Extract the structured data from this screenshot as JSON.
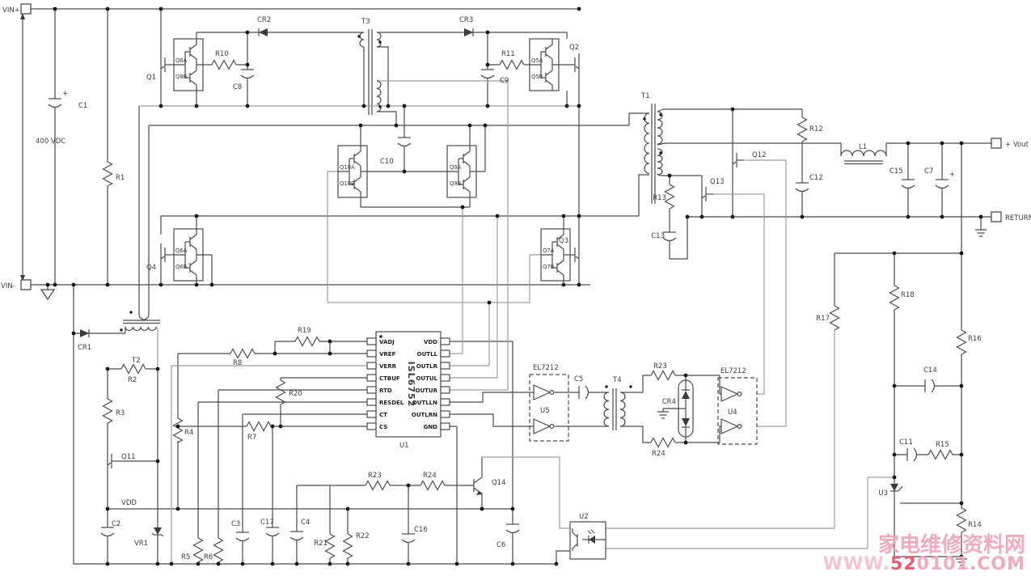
{
  "terminals": {
    "vin_plus": "VIN+",
    "vin_minus": "VIN-",
    "vdc": "400 VDC",
    "vout": "+ Vout",
    "ret": "RETURN",
    "vdd": "VDD",
    "plus": "+"
  },
  "ic": {
    "ref": "U1",
    "part": "ISL6752",
    "left_pins": [
      "VADJ",
      "VREF",
      "VERR",
      "CTBUF",
      "RTD",
      "RESDEL",
      "CT",
      "CS"
    ],
    "right_pins": [
      "VDD",
      "OUTLL",
      "OUTLR",
      "OUTUL",
      "OUTUR",
      "OUTLLN",
      "OUTLRN",
      "GND"
    ]
  },
  "drivers": {
    "part": "EL7212",
    "u5": "U5",
    "u4": "U4"
  },
  "labels": {
    "C1": "C1",
    "C2": "C2",
    "C3": "C3",
    "C4": "C4",
    "C5": "C5",
    "C6": "C6",
    "C7": "C7",
    "C8": "C8",
    "C9": "C9",
    "C10": "C10",
    "C11": "C11",
    "C12": "C12",
    "C13": "C13",
    "C14": "C14",
    "C15": "C15",
    "C16": "C16",
    "C17": "C17",
    "R1": "R1",
    "R2": "R2",
    "R3": "R3",
    "R4": "R4",
    "R5": "R5",
    "R6": "R6",
    "R7": "R7",
    "R8": "R8",
    "R10": "R10",
    "R11": "R11",
    "R12": "R12",
    "R13": "R13",
    "R14": "R14",
    "R15": "R15",
    "R16": "R16",
    "R17": "R17",
    "R18": "R18",
    "R19": "R19",
    "R20": "R20",
    "R21": "R21",
    "R22": "R22",
    "R23": "R23",
    "R24": "R24",
    "Q1": "Q1",
    "Q2": "Q2",
    "Q3": "Q3",
    "Q4": "Q4",
    "Q11": "Q11",
    "Q12": "Q12",
    "Q13": "Q13",
    "Q14": "Q14",
    "Q5A": "Q5A",
    "Q5B": "Q5B",
    "Q6A": "Q6A",
    "Q6B": "Q6B",
    "Q7A": "Q7A",
    "Q7B": "Q7B",
    "Q8A": "Q8A",
    "Q8B": "Q8B",
    "Q9A": "Q9A",
    "Q9B": "Q9B",
    "Q10A": "Q10A",
    "Q10B": "Q10B",
    "CR1": "CR1",
    "CR2": "CR2",
    "CR3": "CR3",
    "CR4": "CR4",
    "T1": "T1",
    "T2": "T2",
    "T3": "T3",
    "T4": "T4",
    "L1": "L1",
    "U2": "U2",
    "U3": "U3",
    "VR1": "VR1"
  },
  "watermark": {
    "site_name": "家电维修资料网",
    "url_prefix": "WWW.",
    "url_highlight": "52",
    "url_suffix": "0101.COM"
  }
}
